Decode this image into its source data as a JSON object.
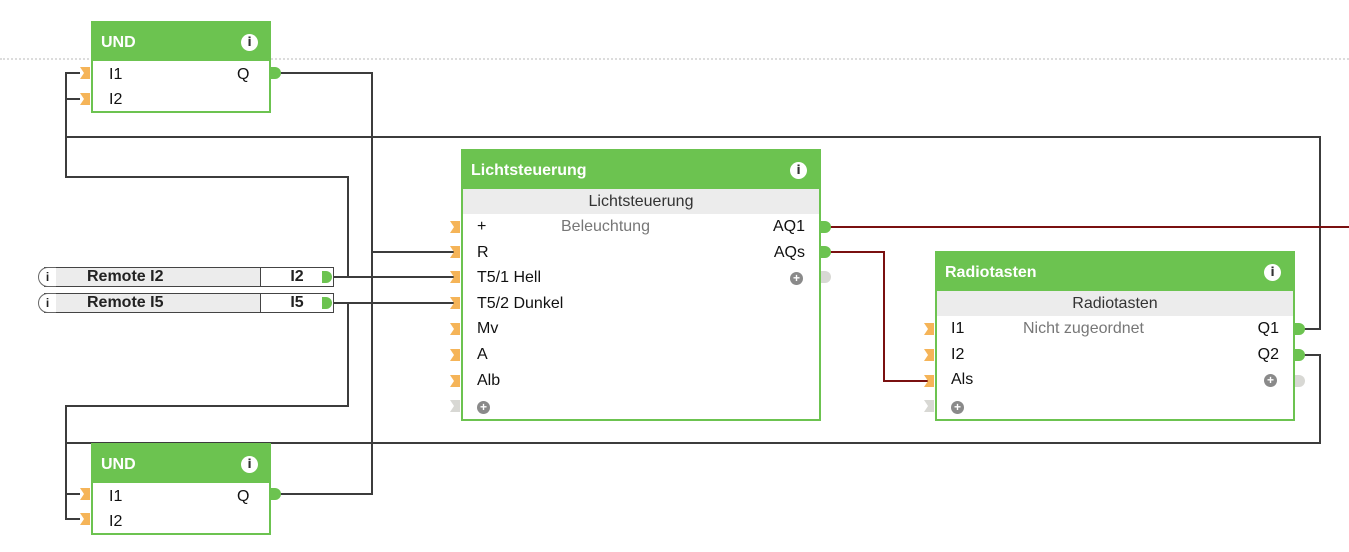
{
  "blocks": {
    "und_top": {
      "title": "UND",
      "info_icon": "i",
      "inputs": [
        "I1",
        "I2"
      ],
      "outputs": [
        "Q"
      ]
    },
    "und_bottom": {
      "title": "UND",
      "info_icon": "i",
      "inputs": [
        "I1",
        "I2"
      ],
      "outputs": [
        "Q"
      ]
    },
    "lichtsteuerung": {
      "title": "Lichtsteuerung",
      "info_icon": "i",
      "subtitle": "Lichtsteuerung",
      "assignment": "Beleuchtung",
      "inputs": [
        "+",
        "R",
        "T5/1 Hell",
        "T5/2 Dunkel",
        "Mv",
        "A",
        "Alb"
      ],
      "outputs": [
        "AQ1",
        "AQs"
      ]
    },
    "radiotasten": {
      "title": "Radiotasten",
      "info_icon": "i",
      "subtitle": "Radiotasten",
      "assignment": "Nicht zugeordnet",
      "inputs": [
        "I1",
        "I2",
        "Als"
      ],
      "outputs": [
        "Q1",
        "Q2"
      ]
    }
  },
  "remote_inputs": [
    {
      "name": "Remote I2",
      "port": "I2",
      "info_icon": "i"
    },
    {
      "name": "Remote I5",
      "port": "I5",
      "info_icon": "i"
    }
  ],
  "colors": {
    "block_green": "#6cc350",
    "input_port": "#f5b458",
    "wire_digital": "#3c3c3c",
    "wire_analog": "#7a1010"
  }
}
